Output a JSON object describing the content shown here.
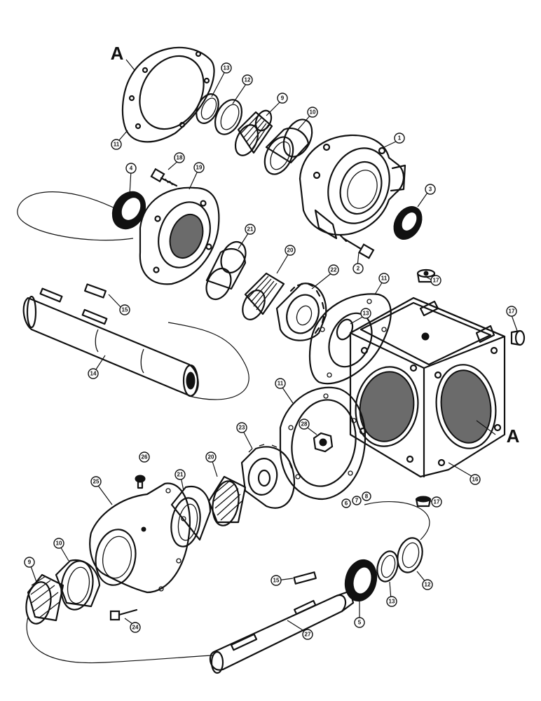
{
  "figure": {
    "reference_letters": [
      "A",
      "A"
    ],
    "callouts": [
      "11",
      "13",
      "12",
      "9",
      "10",
      "1",
      "3",
      "2",
      "4",
      "18",
      "19",
      "21",
      "20",
      "22",
      "15",
      "14",
      "11",
      "13",
      "17",
      "17",
      "16",
      "17",
      "11",
      "28",
      "23",
      "20",
      "21",
      "26",
      "25",
      "10",
      "9",
      "24",
      "15",
      "5",
      "13",
      "12",
      "27",
      "6",
      "7",
      "8"
    ],
    "bottom_flange_label": "6 7 8"
  }
}
